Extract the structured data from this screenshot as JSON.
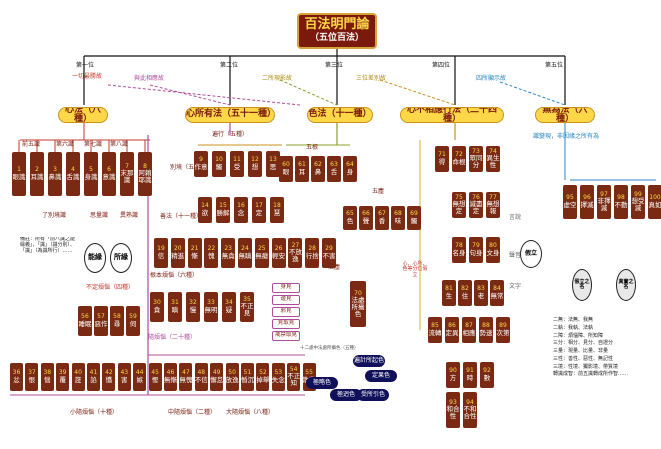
{
  "title": {
    "main": "百法明門論",
    "sub": "（五位百法）"
  },
  "levels": {
    "l1": "第一位",
    "l2": "第二位",
    "l3": "第三位",
    "l4": "第四位",
    "l5": "第五位"
  },
  "level_notes": {
    "n1": "一切最勝故",
    "n2": "與此相應故",
    "n3": "二所現影故",
    "n4": "三位差別故",
    "n5": "四所顯示故"
  },
  "cats": {
    "c1": "心法（八種）",
    "c2": "心所有法（五十一種）",
    "c3": "色法（十一種）",
    "c4": "心不相應行法（二十四種）",
    "c5": "無為法（六種）"
  },
  "mind_groups": {
    "g1": "前五識",
    "g2": "第六識",
    "g3": "第七識",
    "g4": "第八識"
  },
  "mind": [
    {
      "n": "1",
      "t": "眼識"
    },
    {
      "n": "2",
      "t": "耳識"
    },
    {
      "n": "3",
      "t": "鼻識"
    },
    {
      "n": "4",
      "t": "舌識"
    },
    {
      "n": "5",
      "t": "身識"
    },
    {
      "n": "6",
      "t": "意識"
    },
    {
      "n": "7",
      "t": "末那識"
    },
    {
      "n": "8",
      "t": "阿賴耶識"
    }
  ],
  "mind_labels": {
    "a": "了別境識",
    "b": "思量識",
    "c": "異熟識",
    "d": "能緣",
    "e": "所緣"
  },
  "mind_note": "備註：所有「前八識之能緣義」，「識」（識分別）、「識」（為識所行）……",
  "omni": {
    "label": "遍行（五種）",
    "items": [
      {
        "n": "9",
        "t": "作意"
      },
      {
        "n": "10",
        "t": "觸"
      },
      {
        "n": "11",
        "t": "受"
      },
      {
        "n": "12",
        "t": "想"
      },
      {
        "n": "13",
        "t": "思"
      }
    ]
  },
  "spec": {
    "label": "別境（五種）",
    "items": [
      {
        "n": "14",
        "t": "欲"
      },
      {
        "n": "15",
        "t": "勝解"
      },
      {
        "n": "16",
        "t": "念"
      },
      {
        "n": "17",
        "t": "定"
      },
      {
        "n": "18",
        "t": "慧"
      }
    ]
  },
  "good": {
    "label": "善法（十一種）",
    "items": [
      {
        "n": "19",
        "t": "信"
      },
      {
        "n": "20",
        "t": "精進"
      },
      {
        "n": "21",
        "t": "慚"
      },
      {
        "n": "22",
        "t": "愧"
      },
      {
        "n": "23",
        "t": "無貪"
      },
      {
        "n": "24",
        "t": "無瞋"
      },
      {
        "n": "25",
        "t": "無癡"
      },
      {
        "n": "26",
        "t": "輕安"
      },
      {
        "n": "27",
        "t": "不放逸"
      },
      {
        "n": "28",
        "t": "行捨"
      },
      {
        "n": "29",
        "t": "不害"
      }
    ]
  },
  "root": {
    "label": "根本煩惱（六種）",
    "items": [
      {
        "n": "30",
        "t": "貪"
      },
      {
        "n": "31",
        "t": "瞋"
      },
      {
        "n": "32",
        "t": "慢"
      },
      {
        "n": "33",
        "t": "無明"
      },
      {
        "n": "34",
        "t": "疑"
      },
      {
        "n": "35",
        "t": "不正見"
      }
    ]
  },
  "views": [
    "身見",
    "邊見",
    "邪見",
    "見取見",
    "戒禁取見"
  ],
  "indet": {
    "label": "不定煩惱（四種）",
    "items": [
      {
        "n": "56",
        "t": "睡眠"
      },
      {
        "n": "57",
        "t": "惡作"
      },
      {
        "n": "58",
        "t": "尋"
      },
      {
        "n": "59",
        "t": "伺"
      }
    ]
  },
  "sec": {
    "label": "隨煩惱（二十種）",
    "items": [
      {
        "n": "36",
        "t": "忿"
      },
      {
        "n": "37",
        "t": "恨"
      },
      {
        "n": "38",
        "t": "惱"
      },
      {
        "n": "39",
        "t": "覆"
      },
      {
        "n": "40",
        "t": "誑"
      },
      {
        "n": "41",
        "t": "諂"
      },
      {
        "n": "42",
        "t": "憍"
      },
      {
        "n": "43",
        "t": "害"
      },
      {
        "n": "44",
        "t": "嫉"
      },
      {
        "n": "45",
        "t": "慳"
      },
      {
        "n": "46",
        "t": "無慚"
      },
      {
        "n": "47",
        "t": "無愧"
      },
      {
        "n": "48",
        "t": "不信"
      },
      {
        "n": "49",
        "t": "懈怠"
      },
      {
        "n": "50",
        "t": "放逸"
      },
      {
        "n": "51",
        "t": "惛沉"
      },
      {
        "n": "52",
        "t": "掉舉"
      },
      {
        "n": "53",
        "t": "失念"
      },
      {
        "n": "54",
        "t": "不正知"
      },
      {
        "n": "55",
        "t": "散亂"
      }
    ]
  },
  "sec_groups": {
    "a": "小隨煩惱（十種）",
    "b": "中隨煩惱（二種）",
    "c": "大隨煩惱（八種）"
  },
  "form": {
    "label_roots": "五根",
    "label_objs": "五塵",
    "roots": [
      {
        "n": "60",
        "t": "眼"
      },
      {
        "n": "61",
        "t": "耳"
      },
      {
        "n": "62",
        "t": "鼻"
      },
      {
        "n": "63",
        "t": "舌"
      },
      {
        "n": "64",
        "t": "身"
      }
    ],
    "objs": [
      {
        "n": "65",
        "t": "色"
      },
      {
        "n": "66",
        "t": "聲"
      },
      {
        "n": "67",
        "t": "香"
      },
      {
        "n": "68",
        "t": "味"
      },
      {
        "n": "69",
        "t": "觸"
      }
    ],
    "dharma": {
      "n": "70",
      "t": "法處所攝色"
    },
    "dharma_label": "法塵",
    "five": [
      "極略色",
      "極迥色",
      "受所引色",
      "遍計所起色",
      "定果色"
    ],
    "five_note": "十二處中法處所攝色（五種）"
  },
  "nonass": [
    {
      "n": "71",
      "t": "得"
    },
    {
      "n": "72",
      "t": "命根"
    },
    {
      "n": "73",
      "t": "眾同分"
    },
    {
      "n": "74",
      "t": "異生性"
    },
    {
      "n": "75",
      "t": "無想定"
    },
    {
      "n": "76",
      "t": "滅盡定"
    },
    {
      "n": "77",
      "t": "無想報"
    },
    {
      "n": "78",
      "t": "名身"
    },
    {
      "n": "79",
      "t": "句身"
    },
    {
      "n": "80",
      "t": "文身"
    },
    {
      "n": "81",
      "t": "生"
    },
    {
      "n": "82",
      "t": "住"
    },
    {
      "n": "83",
      "t": "老"
    },
    {
      "n": "84",
      "t": "無常"
    },
    {
      "n": "85",
      "t": "流轉"
    },
    {
      "n": "86",
      "t": "定異"
    },
    {
      "n": "87",
      "t": "相應"
    },
    {
      "n": "88",
      "t": "勢速"
    },
    {
      "n": "89",
      "t": "次第"
    },
    {
      "n": "90",
      "t": "方"
    },
    {
      "n": "91",
      "t": "時"
    },
    {
      "n": "92",
      "t": "數"
    },
    {
      "n": "93",
      "t": "和合性"
    },
    {
      "n": "94",
      "t": "不和合性"
    }
  ],
  "nonass_labels": {
    "a": "心、心所、色等分位假立",
    "b": "假立",
    "c": "言說",
    "d": "聲音",
    "e": "文字"
  },
  "uncond": {
    "note": "識變現，非因緣之所有為",
    "items": [
      {
        "n": "95",
        "t": "虛空"
      },
      {
        "n": "96",
        "t": "擇滅"
      },
      {
        "n": "97",
        "t": "非擇滅"
      },
      {
        "n": "98",
        "t": "不動"
      },
      {
        "n": "99",
        "t": "想受滅"
      },
      {
        "n": "100",
        "t": "真如"
      }
    ],
    "o1": "假立之名",
    "o2": "真實之名"
  },
  "right_notes": [
    "二無：法無、我無",
    "二執：我執、法執",
    "二障：煩惱障、所知障",
    "三分：相分、見分、自證分",
    "三量：現量、比量、非量",
    "三性：善性、惡性、無記性",
    "三境：性境、獨影境、帶質境",
    "轉識成智：前五識轉成所作智……"
  ]
}
